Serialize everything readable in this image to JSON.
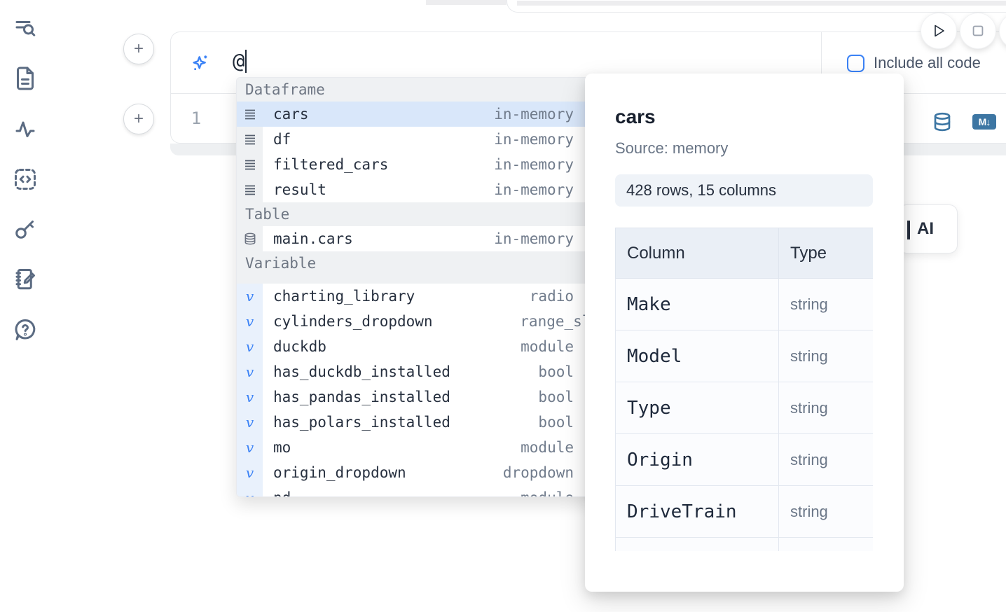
{
  "colors": {
    "accent": "#3b82f6",
    "steel_icon": "#3d76a3",
    "selection": "#d9e7fa",
    "muted_text": "#6a7687"
  },
  "sidebar": {
    "items": [
      {
        "icon": "toc-search-icon"
      },
      {
        "icon": "document-icon"
      },
      {
        "icon": "activity-icon"
      },
      {
        "icon": "code-snippet-icon"
      },
      {
        "icon": "key-icon"
      },
      {
        "icon": "scratchpad-icon"
      },
      {
        "icon": "help-icon"
      }
    ]
  },
  "toolbar": {
    "run_icon": "play-icon",
    "stop_icon": "stop-icon"
  },
  "prompt": {
    "value": "@",
    "ai_icon": "sparkles-icon",
    "include_all_code_label": "Include all code",
    "include_all_code_checked": false
  },
  "editor": {
    "line_number": "1",
    "markdown_badge": "M↓",
    "actions": [
      "datasource-icon",
      "convert-to-markdown-icon"
    ]
  },
  "autocomplete": {
    "sections": [
      {
        "label": "Dataframe",
        "rows": [
          {
            "icon": "dataframe-icon",
            "name": "cars",
            "detail": "in-memory",
            "selected": true
          },
          {
            "icon": "dataframe-icon",
            "name": "df",
            "detail": "in-memory"
          },
          {
            "icon": "dataframe-icon",
            "name": "filtered_cars",
            "detail": "in-memory"
          },
          {
            "icon": "dataframe-icon",
            "name": "result",
            "detail": "in-memory"
          }
        ]
      },
      {
        "label": "Table",
        "rows": [
          {
            "icon": "table-icon",
            "name": "main.cars",
            "detail": "in-memory"
          }
        ]
      },
      {
        "label": "Variable",
        "rows": [
          {
            "icon": "variable-icon",
            "name": "charting_library",
            "detail": "radio"
          },
          {
            "icon": "variable-icon",
            "name": "cylinders_dropdown",
            "detail": "range_slider",
            "detail_overflow": true
          },
          {
            "icon": "variable-icon",
            "name": "duckdb",
            "detail": "module"
          },
          {
            "icon": "variable-icon",
            "name": "has_duckdb_installed",
            "detail": "bool"
          },
          {
            "icon": "variable-icon",
            "name": "has_pandas_installed",
            "detail": "bool"
          },
          {
            "icon": "variable-icon",
            "name": "has_polars_installed",
            "detail": "bool"
          },
          {
            "icon": "variable-icon",
            "name": "mo",
            "detail": "module"
          },
          {
            "icon": "variable-icon",
            "name": "origin_dropdown",
            "detail": "dropdown"
          },
          {
            "icon": "variable-icon",
            "name": "pd",
            "detail": "module"
          }
        ]
      }
    ]
  },
  "preview": {
    "title": "cars",
    "source": "Source: memory",
    "shape": "428 rows, 15 columns",
    "table": {
      "headers": [
        "Column",
        "Type"
      ],
      "rows": [
        [
          "Make",
          "string"
        ],
        [
          "Model",
          "string"
        ],
        [
          "Type",
          "string"
        ],
        [
          "Origin",
          "string"
        ],
        [
          "DriveTrain",
          "string"
        ],
        [
          "",
          ""
        ]
      ]
    }
  },
  "ai_card": {
    "visible_label": "AI"
  }
}
